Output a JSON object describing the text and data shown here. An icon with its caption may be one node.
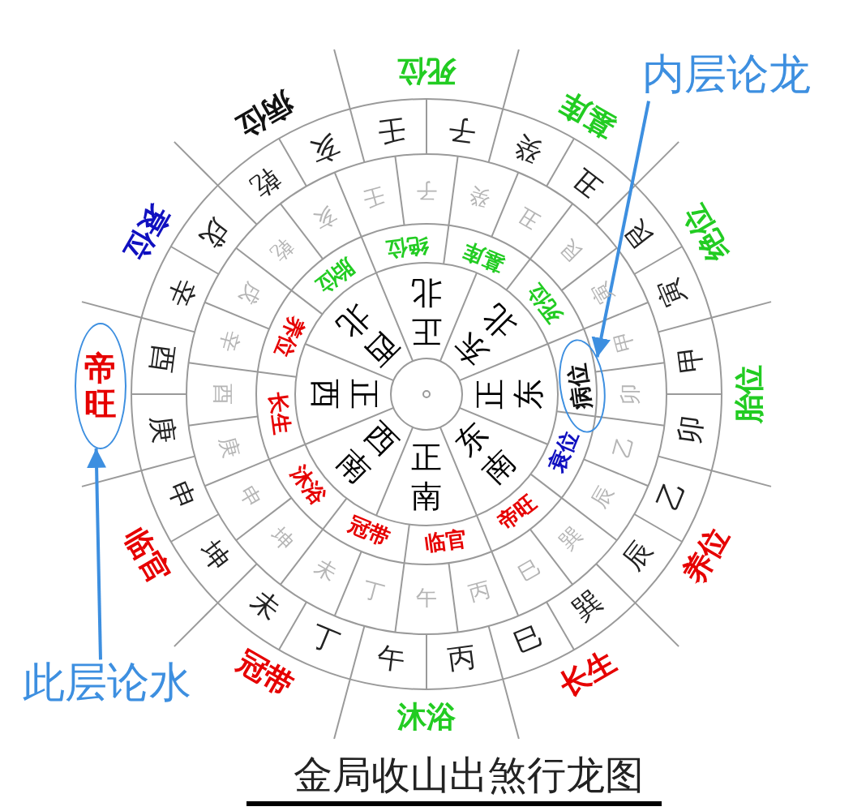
{
  "diagram": {
    "title": "金局收山出煞行龙图",
    "nodes": [
      {
        "text": [
          "内层论龙"
        ]
      },
      {
        "text": [
          "病位"
        ]
      },
      {
        "text": [
          "此层论水"
        ]
      },
      {
        "text": [
          "帝旺"
        ]
      }
    ],
    "edges": [
      {
        "from": 0,
        "to": 1,
        "arrow": "to"
      },
      {
        "from": 2,
        "to": 3,
        "arrow": "to"
      }
    ],
    "labels": [
      "正北",
      "东北",
      "正东",
      "东南",
      "正南",
      "西南",
      "正西",
      "西北",
      "死位",
      "墓库",
      "绝位",
      "胎位",
      "养位",
      "长生",
      "沐浴",
      "冠带",
      "临官",
      "帝旺",
      "衰位",
      "子",
      "癸",
      "丑",
      "艮",
      "寅",
      "甲",
      "卯",
      "乙",
      "辰",
      "巽",
      "巳",
      "丙",
      "午",
      "丁",
      "未",
      "坤",
      "申",
      "庚",
      "酉",
      "辛",
      "戌",
      "乾",
      "亥",
      "壬",
      "子",
      "癸",
      "丑",
      "艮",
      "寅",
      "甲",
      "卯",
      "乙",
      "辰",
      "巽",
      "巳",
      "丙",
      "午",
      "丁",
      "未",
      "坤",
      "申",
      "庚",
      "酉",
      "辛",
      "戌",
      "乾",
      "亥",
      "壬",
      "衰位",
      "病位",
      "死位",
      "墓库",
      "绝位",
      "胎位",
      "养位",
      "长生",
      "沐浴",
      "冠带",
      "临官"
    ]
  }
}
